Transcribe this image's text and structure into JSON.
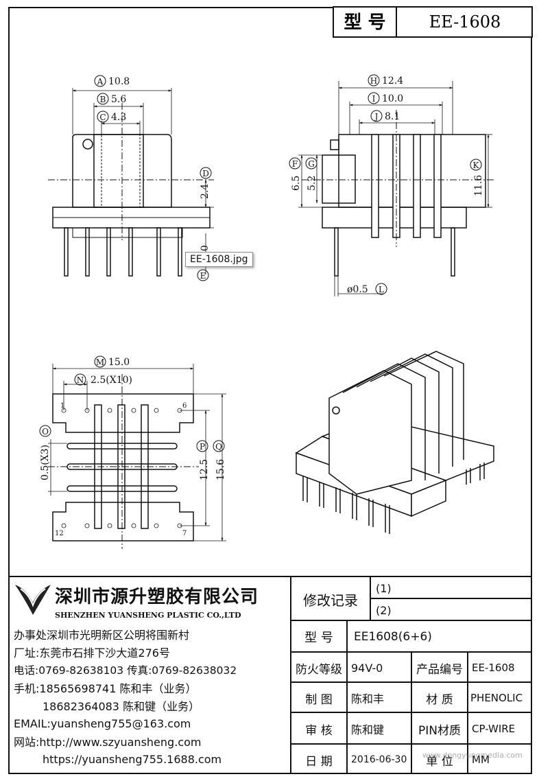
{
  "model_header": {
    "label": "型 号",
    "value": "EE-1608"
  },
  "tooltip": "EE-1608.jpg",
  "dims": {
    "A": "10.8",
    "B": "5.6",
    "C": "4.3",
    "D": "2.4",
    "E": "0",
    "H": "12.4",
    "I": "10.0",
    "J": "8.1",
    "F": "6.5",
    "G": "5.2",
    "K": "11.6",
    "L": "ø0.5",
    "M": "15.0",
    "N": "2.5(X10)",
    "O": "0.5(X3)",
    "P": "12.5",
    "Q": "15.6"
  },
  "dim_letters": [
    "A",
    "B",
    "C",
    "D",
    "E",
    "H",
    "I",
    "J",
    "F",
    "G",
    "K",
    "L",
    "M",
    "N",
    "O",
    "P",
    "Q"
  ],
  "pin_numbers": {
    "p1": "1",
    "p6": "6",
    "p12": "12",
    "p7": "7"
  },
  "company": {
    "name_cn": "深圳市源升塑胶有限公司",
    "name_en": "SHENZHEN YUANSHENG PLASTIC CO.,LTD",
    "contact": [
      "办事处深圳市光明新区公明将围新村",
      "厂址:东莞市石排下沙大道276号",
      "电话:0769-82638103 传真:0769-82638032",
      "手机:18565698741 陈和丰（业务）",
      "18682364083 陈和键（业务）",
      "EMAIL:yuansheng755@163.com",
      "网站:http://www.szyuansheng.com",
      "https://yuansheng755.1688.com"
    ]
  },
  "revision": {
    "label": "修改记录",
    "rows": [
      "(1)",
      "(2)"
    ]
  },
  "info": {
    "model_label": "型 号",
    "model_value": "EE1608(6+6)",
    "fire_label": "防火等级",
    "fire_value": "94V-0",
    "product_label": "产品编号",
    "product_value": "EE-1608",
    "drawn_label": "制 图",
    "drawn_value": "陈和丰",
    "material_label": "材 质",
    "material_value": "PHENOLIC",
    "check_label": "审 核",
    "check_value": "陈和键",
    "pin_label": "PIN材质",
    "pin_value": "CP-WIRE",
    "date_label": "日 期",
    "date_value": "2016-06-30",
    "unit_label": "单 位",
    "unit_value": "MM"
  },
  "watermark": "www.dongyungmedia.com"
}
